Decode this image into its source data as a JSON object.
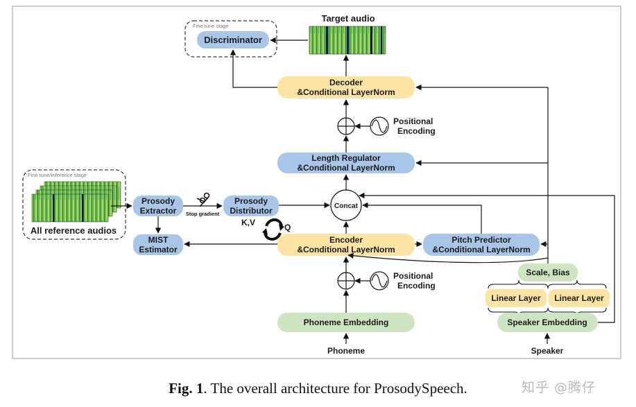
{
  "labels": {
    "target_audio": "Target audio",
    "fine_tune_stage": "Fine tune stage",
    "discriminator": "Discriminator",
    "decoder_1": "Decoder",
    "decoder_2": "&Conditional LayerNorm",
    "positional": "Positional",
    "encoding": "Encoding",
    "length_regulator_1": "Length Regulator",
    "length_regulator_2": "&Conditional LayerNorm",
    "fine_tune_inference_stage": "Fine tune/Inference stage",
    "all_reference_audios": "All reference audios",
    "prosody_extractor_1": "Prosody",
    "prosody_extractor_2": "Extractor",
    "stop_gradient": "Stop gradient",
    "prosody_distributor_1": "Prosody",
    "prosody_distributor_2": "Distributor",
    "kv": "K,V",
    "q": "Q",
    "concat": "Concat",
    "mist_1": "MIST",
    "mist_2": "Estimator",
    "encoder_1": "Encoder",
    "encoder_2": "&Conditional LayerNorm",
    "pitch_predictor_1": "Pitch Predictor",
    "pitch_predictor_2": "&Conditional LayerNorm",
    "scale_bias": "Scale, Bias",
    "linear_layer_left": "Linear Layer",
    "linear_layer_right": "Linear Layer",
    "phoneme_embedding": "Phoneme Embedding",
    "speaker_embedding": "Speaker Embedding",
    "phoneme": "Phoneme",
    "speaker": "Speaker"
  },
  "caption": {
    "fig": "Fig. 1",
    "text": ". The overall architecture for ProsodySpeech."
  },
  "watermark": "知乎 @腾仔",
  "colors": {
    "blue_box": "#a9c6e8",
    "yellow_box": "#fde4a4",
    "green_box": "#cfe5c1",
    "spectrogram_dark": "#0b1a4a",
    "spectrogram_green": "#3fae5a",
    "spectrogram_yellow": "#d9e94a"
  }
}
